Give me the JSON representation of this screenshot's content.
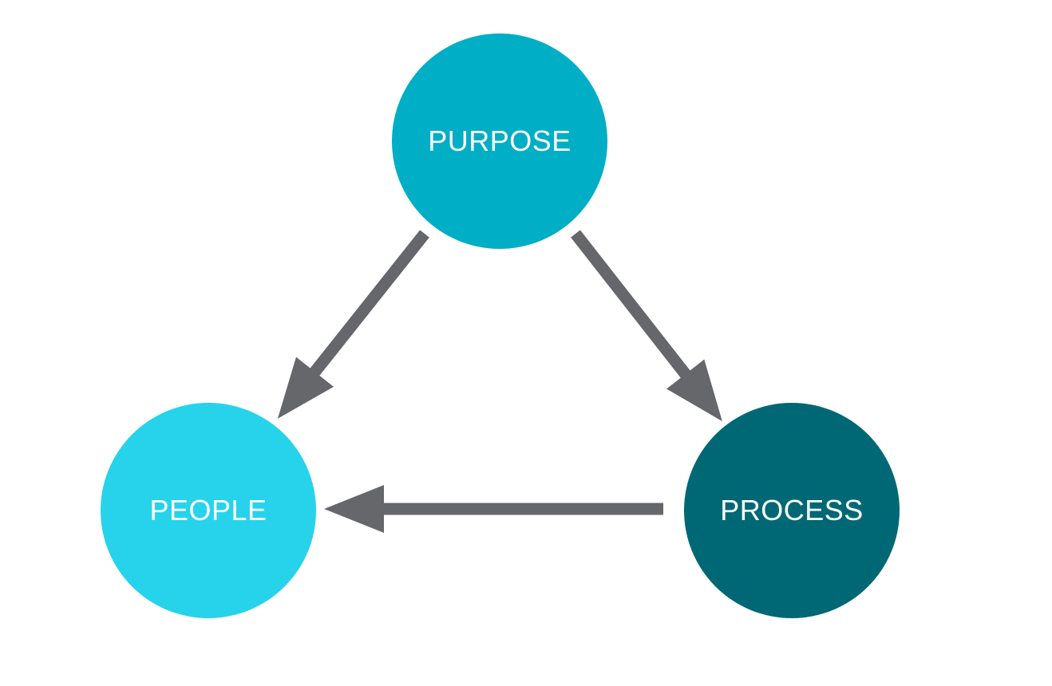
{
  "nodes": {
    "purpose": {
      "label": "PURPOSE",
      "color": "#00AEC5"
    },
    "people": {
      "label": "PEOPLE",
      "color": "#26D3EA"
    },
    "process": {
      "label": "PROCESS",
      "color": "#006874"
    }
  },
  "edges": [
    {
      "from": "PURPOSE",
      "to": "PEOPLE"
    },
    {
      "from": "PURPOSE",
      "to": "PROCESS"
    },
    {
      "from": "PROCESS",
      "to": "PEOPLE"
    }
  ],
  "arrow_color": "#66676B"
}
